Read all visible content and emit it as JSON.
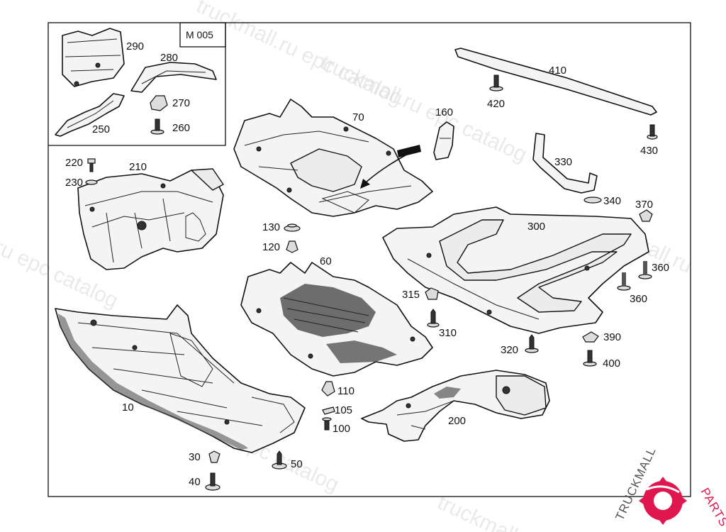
{
  "diagram": {
    "group_code": "M 005",
    "labels": {
      "p10": "10",
      "p30": "30",
      "p40": "40",
      "p50": "50",
      "p60": "60",
      "p70": "70",
      "p100": "100",
      "p105": "105",
      "p110": "110",
      "p120": "120",
      "p130": "130",
      "p160": "160",
      "p200": "200",
      "p210": "210",
      "p220": "220",
      "p230": "230",
      "p250": "250",
      "p260": "260",
      "p270": "270",
      "p280": "280",
      "p290": "290",
      "p300": "300",
      "p310": "310",
      "p315": "315",
      "p320": "320",
      "p330": "330",
      "p340": "340",
      "p360a": "360",
      "p360b": "360",
      "p370": "370",
      "p390": "390",
      "p400": "400",
      "p410": "410",
      "p420": "420",
      "p430": "430"
    }
  },
  "watermarks": {
    "w1": "truckmall.ru epc catalog",
    "w2": "truckmall.ru epc catalog",
    "w3": "truckmall.ru epc catalog",
    "w4": "ru epc catalog",
    "w5": "truckmall.ru",
    "w6": "truckmall.ru"
  },
  "brand": {
    "name_part1": "TRUCKMALL",
    "name_part2": "PARTS",
    "accent_color": "#e0174f"
  }
}
